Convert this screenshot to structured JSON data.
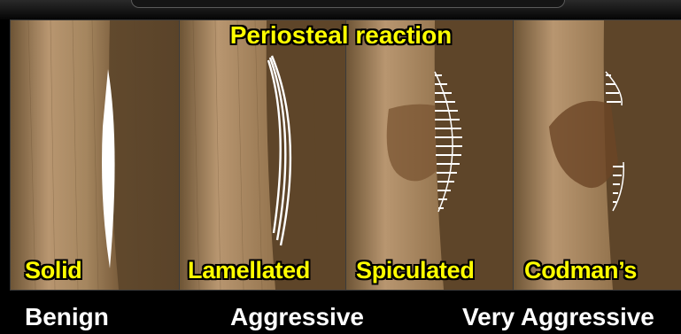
{
  "title": "Periosteal reaction",
  "panels": [
    {
      "label": "Solid",
      "type": "solid"
    },
    {
      "label": "Lamellated",
      "type": "lamellated"
    },
    {
      "label": "Spiculated",
      "type": "spiculated"
    },
    {
      "label": "Codman’s",
      "type": "codman"
    }
  ],
  "categories": [
    "Benign",
    "Aggressive",
    "Very Aggressive"
  ],
  "colors": {
    "label": "#ffff00",
    "category": "#ffffff",
    "bone": "#a8885f",
    "background": "#000000"
  }
}
